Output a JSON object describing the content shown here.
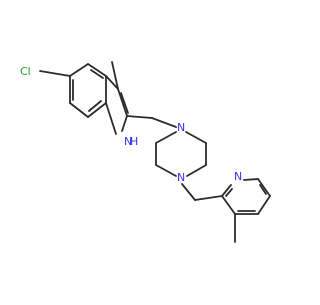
{
  "molecule": {
    "atom_labels": {
      "chlorine": "Cl",
      "indole_nh": "H",
      "indole_n": "N",
      "piperazine_n_top": "N",
      "piperazine_n_bottom": "N",
      "pyridine_n": "N"
    },
    "colors": {
      "bond": "#2b2b2b",
      "nitrogen": "#3333ff",
      "chlorine": "#1fa02a"
    }
  }
}
